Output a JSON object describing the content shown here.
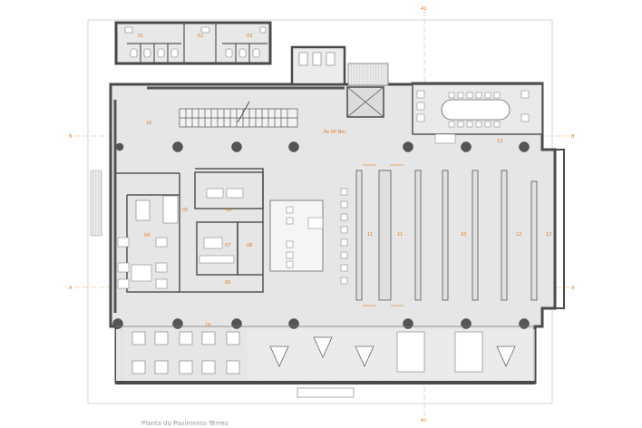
{
  "rooms": {
    "r16_top": "16",
    "r16_bottom": "16",
    "r01": "01",
    "r02": "02",
    "r03": "03",
    "r04": "04",
    "r05": "05",
    "r06": "06",
    "r07": "07",
    "r08": "08",
    "r09": "09",
    "r11a": "11",
    "r11b": "11",
    "r10": "10",
    "r12a": "12",
    "r12b": "12",
    "r13": "13"
  },
  "annotations": {
    "elevation": "Pe 00 Nm",
    "axis_top": "A1",
    "axis_bottom": "A1",
    "axis_left_upper": "B",
    "axis_left_lower": "A",
    "axis_right_upper": "B",
    "axis_right_lower": "A"
  },
  "caption": "Planta do Pavimento Térreo",
  "colors": {
    "floor": "#e6e6e6",
    "wall": "#4a4a4a",
    "accent": "#e07a1f",
    "column": "#555555"
  }
}
